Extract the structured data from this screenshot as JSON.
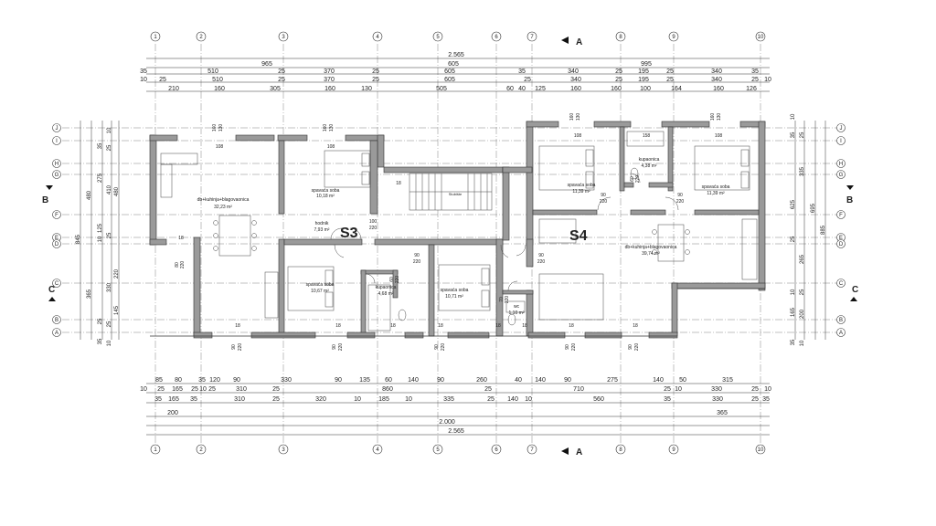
{
  "axes_v": [
    "1",
    "2",
    "3",
    "4",
    "5",
    "6",
    "7",
    "8",
    "9",
    "10"
  ],
  "axes_h": [
    "J",
    "I",
    "H",
    "G",
    "F",
    "E",
    "D",
    "C",
    "B",
    "A"
  ],
  "units": {
    "s3": "S3",
    "s4": "S4"
  },
  "sections": {
    "a": "A",
    "b": "B",
    "c": "C"
  },
  "dims_top": {
    "r1": {
      "total": "2.565"
    },
    "r2": [
      "965",
      "605",
      "995"
    ],
    "r3": [
      "35",
      "510",
      "25",
      "370",
      "25",
      "605",
      "35",
      "340",
      "25",
      "195",
      "25",
      "340",
      "35"
    ],
    "r4": [
      "10",
      "25",
      "510",
      "25",
      "370",
      "25",
      "605",
      "25",
      "340",
      "25",
      "195",
      "25",
      "340",
      "25",
      "10"
    ],
    "r5": [
      "210",
      "160",
      "305",
      "160",
      "130",
      "505",
      "60",
      "40",
      "125",
      "160",
      "160",
      "100",
      "164",
      "160",
      "126"
    ]
  },
  "dims_bottom": {
    "r1": [
      "85",
      "80",
      "35",
      "120",
      "90",
      "330",
      "90",
      "135",
      "60",
      "140",
      "90",
      "260",
      "40",
      "140",
      "90",
      "275",
      "140",
      "50",
      "315"
    ],
    "r2": [
      "10",
      "25",
      "165",
      "25",
      "10",
      "25",
      "310",
      "25",
      "860",
      "25",
      "710",
      "25",
      "10",
      "330",
      "25",
      "10"
    ],
    "r3": [
      "35",
      "165",
      "35",
      "310",
      "25",
      "320",
      "10",
      "185",
      "10",
      "335",
      "25",
      "140",
      "10",
      "560",
      "35",
      "330",
      "25",
      "35"
    ],
    "r4": [
      "200",
      "365"
    ],
    "r5": {
      "total": "2.000"
    },
    "r6": {
      "total": "2.565"
    }
  },
  "dims_left": [
    "10",
    "35",
    "25",
    "275",
    "410",
    "480",
    "125",
    "10",
    "25",
    "365",
    "220",
    "330",
    "145",
    "25",
    "35",
    "10",
    "480",
    "845",
    "25"
  ],
  "dims_right": [
    "10",
    "35",
    "25",
    "335",
    "625",
    "695",
    "885",
    "25",
    "265",
    "10",
    "25",
    "165",
    "200",
    "35",
    "10"
  ],
  "rooms": [
    {
      "name": "db+kuhinja+blagovaonica",
      "area": "32,23 m²"
    },
    {
      "name": "spavaća soba",
      "area": "10,18 m²"
    },
    {
      "name": "hodnik",
      "area": "7,93 m²"
    },
    {
      "name": "spavaća soba",
      "area": "10,67 m²"
    },
    {
      "name": "kupaonica",
      "area": "4,68 m²"
    },
    {
      "name": "spavaća soba",
      "area": "10,71 m²"
    },
    {
      "name": "spavaća soba",
      "area": "11,39 m²"
    },
    {
      "name": "kupaonica",
      "area": "4,38 m²"
    },
    {
      "name": "spavaća soba",
      "area": "11,39 m²"
    },
    {
      "name": "db+kuhinja+blagovaonica",
      "area": "39,74 m²"
    },
    {
      "name": "wc",
      "area": "1,10 m²"
    }
  ],
  "stair_label": "Stubište",
  "openings": {
    "win_top": [
      "108",
      "108",
      "108",
      "158",
      "108"
    ],
    "win_bottom": [
      "18",
      "18",
      "18",
      "18",
      "18",
      "18",
      "18",
      "18"
    ],
    "door_pairs": [
      [
        "90",
        "220"
      ],
      [
        "80",
        "220"
      ],
      [
        "60",
        "220"
      ],
      [
        "90",
        "220"
      ],
      [
        "100",
        "220"
      ],
      [
        "70",
        "220"
      ],
      [
        "60",
        "220"
      ]
    ],
    "wall_sills": [
      "160",
      "130",
      "160",
      "130",
      "160",
      "130",
      "160",
      "130"
    ],
    "win_small": [
      "18",
      "18"
    ],
    "bottom_sills": [
      "90",
      "220"
    ]
  }
}
